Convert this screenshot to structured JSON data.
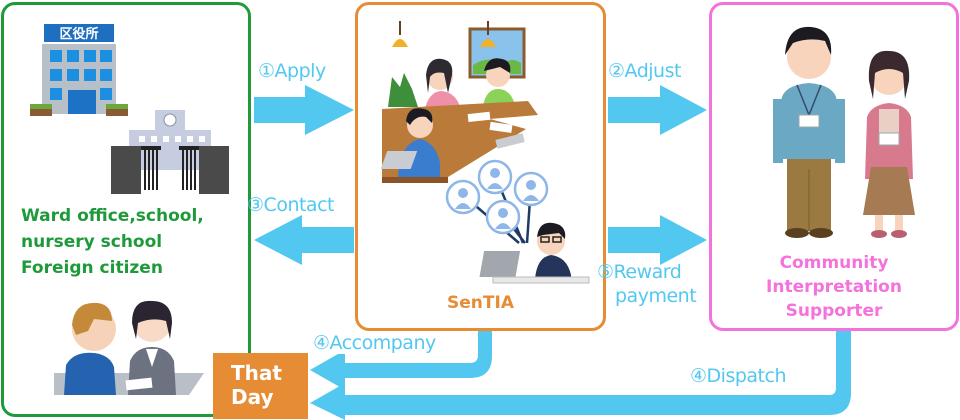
{
  "nodes": {
    "left": {
      "label": "Ward office,school,\nnursery school\nForeign citizen",
      "sign_text": "区役所"
    },
    "middle": {
      "label": "SenTIA"
    },
    "right": {
      "label": "Community\nInterpretation\nSupporter"
    }
  },
  "arrows": {
    "apply": {
      "num": "①",
      "text": "Apply"
    },
    "adjust": {
      "num": "②",
      "text": "Adjust"
    },
    "contact": {
      "num": "③",
      "text": "Contact"
    },
    "accompany": {
      "num": "④",
      "text": "Accompany"
    },
    "dispatch": {
      "num": "④",
      "text": "Dispatch"
    },
    "reward": {
      "num": "⑤",
      "text": "Reward",
      "text2": "payment"
    }
  },
  "badge": {
    "that_day": "That\nDay"
  },
  "colors": {
    "left_border": "#1f9a3b",
    "middle_border": "#e68c35",
    "right_border": "#f472dc",
    "arrow": "#52c8f0",
    "badge": "#e68c35"
  }
}
